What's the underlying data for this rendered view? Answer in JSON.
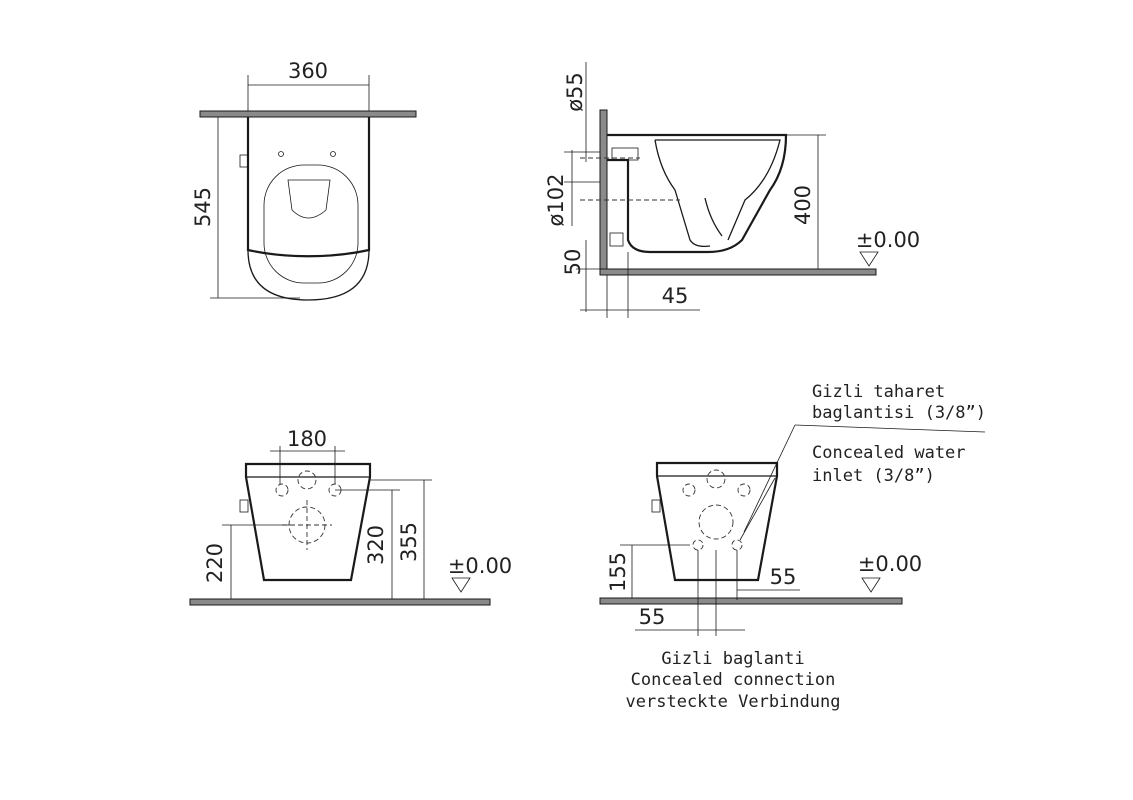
{
  "top_view": {
    "width_dim": "360",
    "depth_dim": "545"
  },
  "side_view": {
    "outlet_dim": "ø55",
    "waste_dim": "ø102",
    "height_dim": "400",
    "bottom_dim": "50",
    "offset_dim": "45",
    "level_label": "±0.00"
  },
  "rear_view": {
    "spacing_dim": "180",
    "h220": "220",
    "h320": "320",
    "h355": "355",
    "level_label": "±0.00"
  },
  "connection_view": {
    "h155": "155",
    "d55_right": "55",
    "d55_left": "55",
    "level_label": "±0.00",
    "bidet_note": [
      "Gizli taharet",
      "baglantisi (3/8”)"
    ],
    "water_note": [
      "Concealed water",
      "inlet (3/8”)"
    ],
    "connection_note": [
      "Gizli baglanti",
      "Concealed connection",
      "versteckte Verbindung"
    ]
  }
}
